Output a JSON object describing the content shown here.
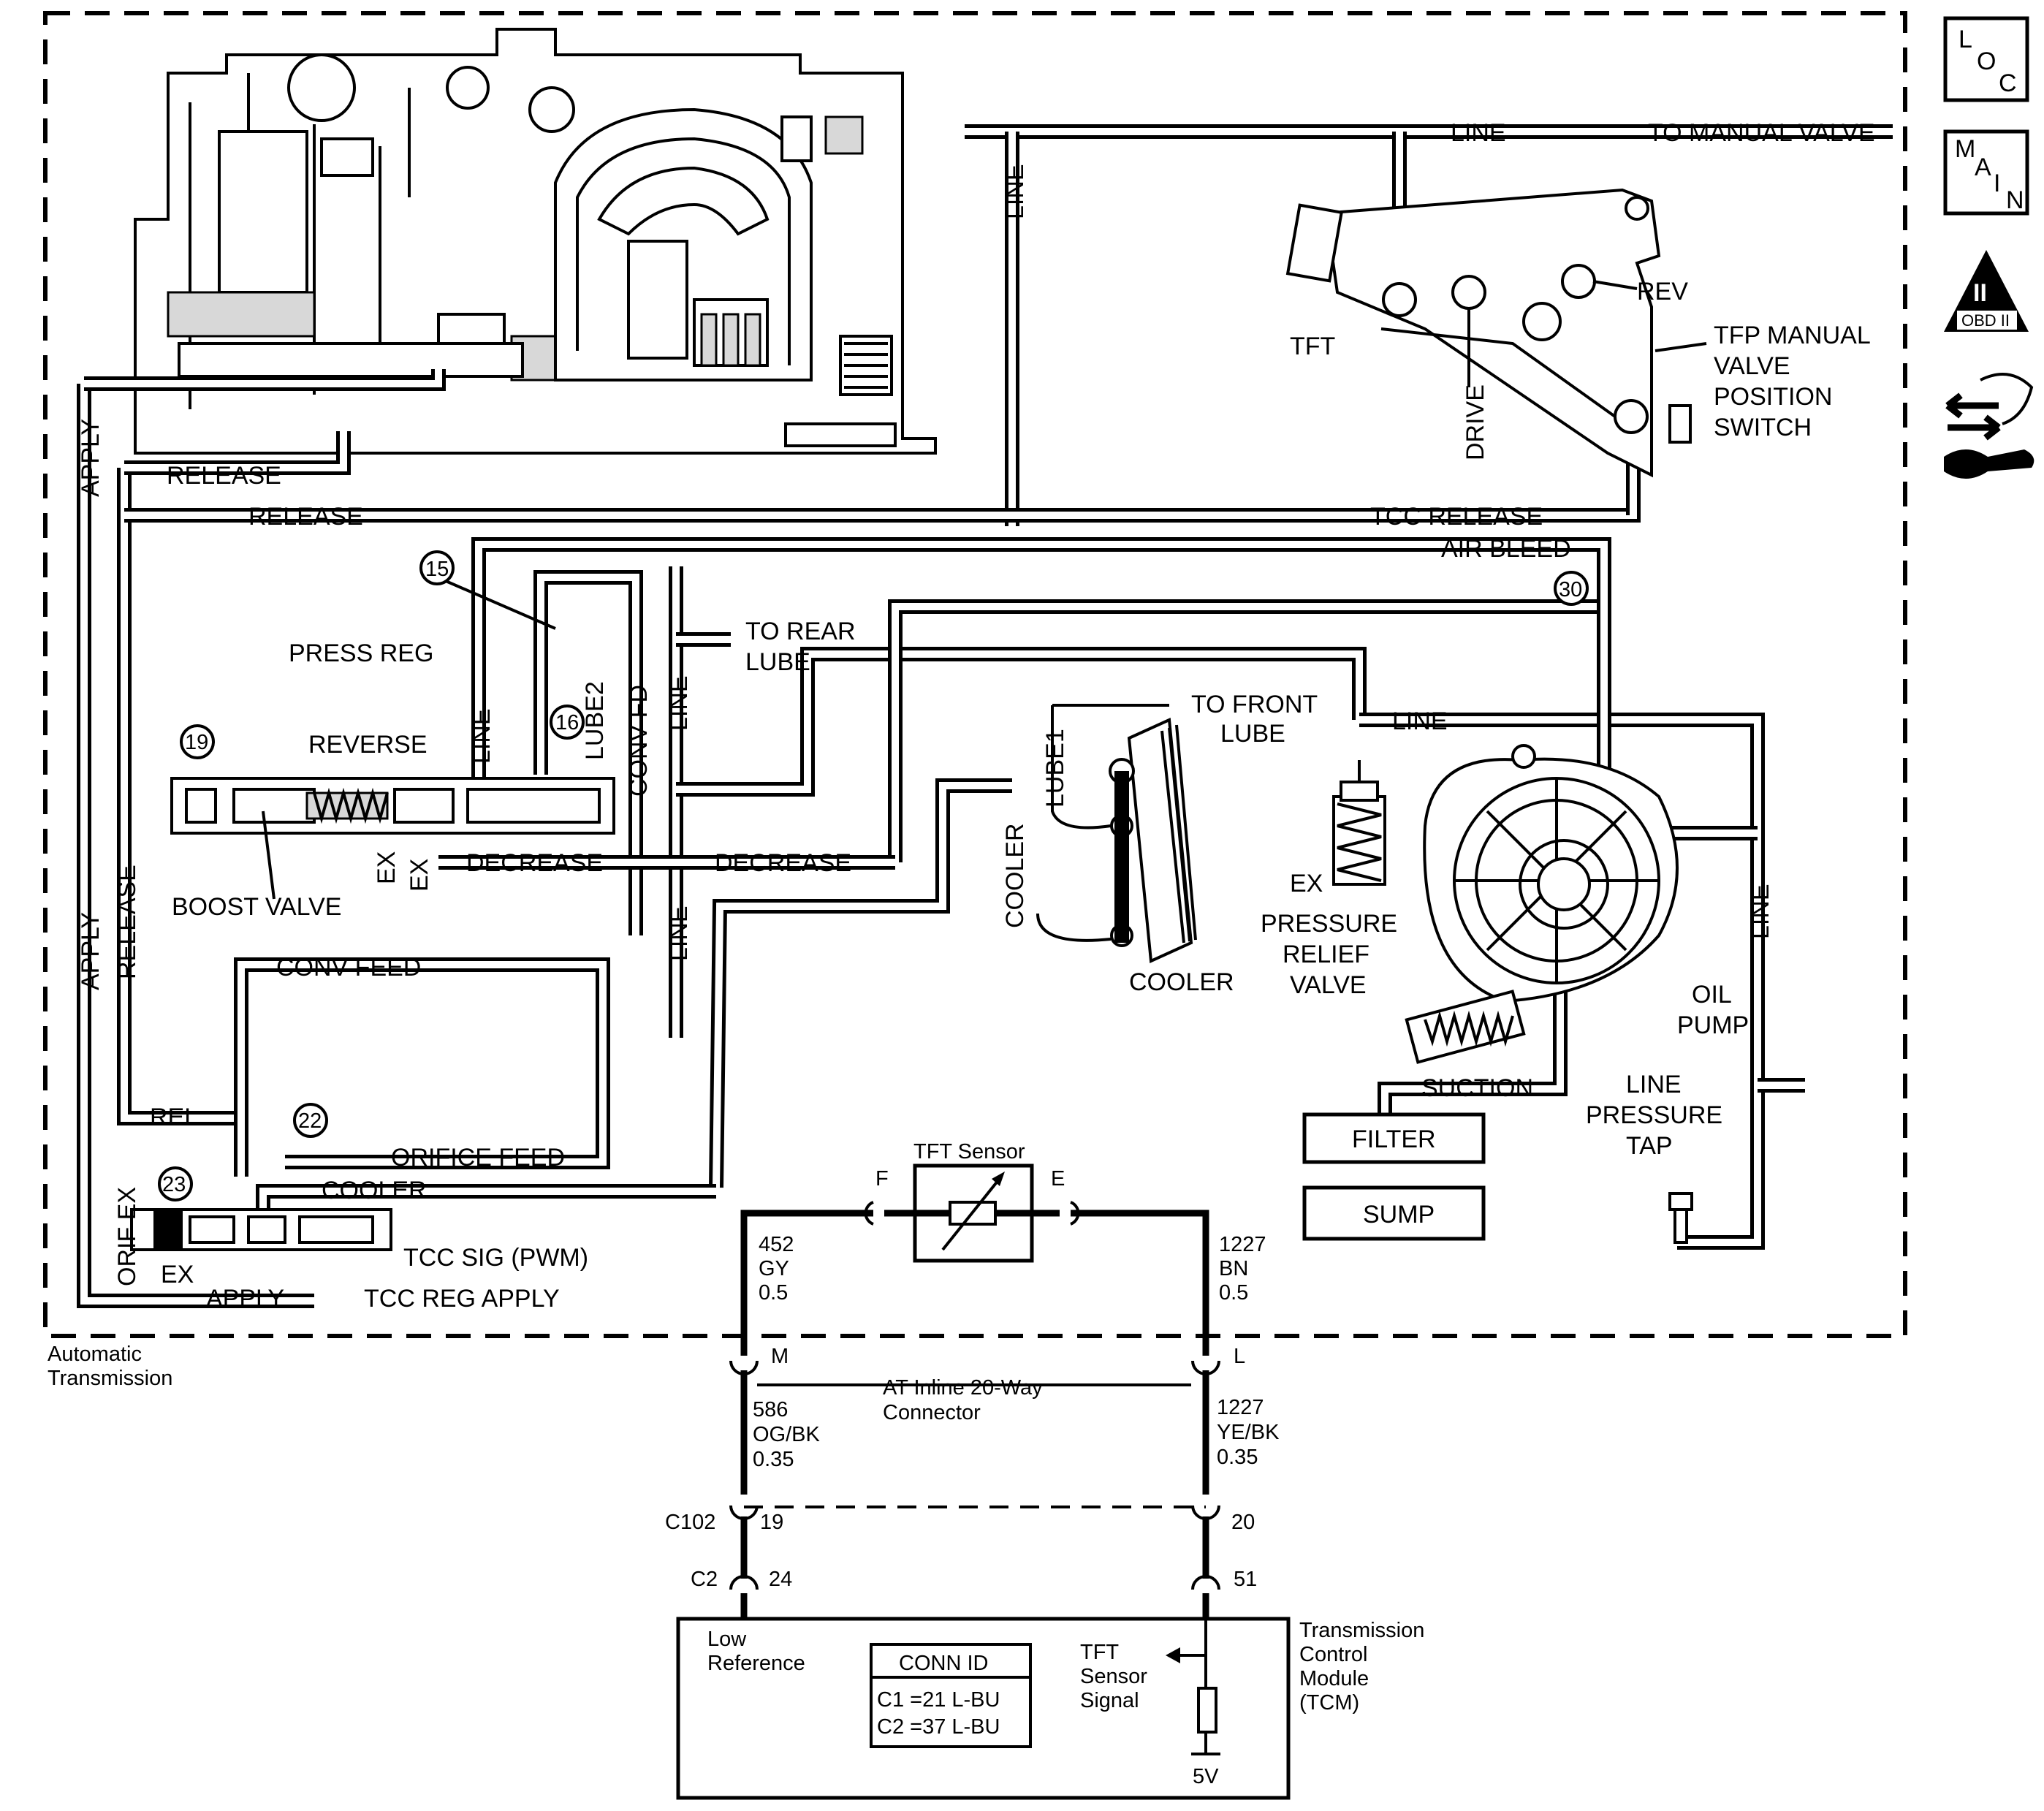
{
  "icons": {
    "loc": {
      "l1": "L",
      "l2": "O",
      "l3": "C"
    },
    "main": {
      "l1": "M",
      "l2": "A",
      "l3": "I",
      "l4": "N"
    },
    "obd": {
      "roman": "II",
      "text": "OBD II"
    },
    "nav": "arrows-wrench-icon"
  },
  "labels": {
    "line_top": "LINE",
    "to_manual_valve": "TO MANUAL VALVE",
    "line_vert_top": "LINE",
    "rev": "REV",
    "tft": "TFT",
    "drive": "DRIVE",
    "tfp_1": "TFP MANUAL",
    "tfp_2": "VALVE",
    "tfp_3": "POSITION",
    "tfp_4": "SWITCH",
    "apply_left": "APPLY",
    "release_1": "RELEASE",
    "release_2": "RELEASE",
    "tcc_release": "TCC RELEASE",
    "air_bleed": "AIR BLEED",
    "num_15": "15",
    "num_30": "30",
    "to_rear_1": "TO REAR",
    "to_rear_2": "LUBE",
    "press_reg": "PRESS REG",
    "lube2": "LUBE2",
    "conv_fd": "CONV FD",
    "line_mid": "LINE",
    "line_mid2": "LINE",
    "num_16": "16",
    "num_19": "19",
    "reverse": "REVERSE",
    "ex_1": "EX",
    "ex_2": "EX",
    "decrease_1": "DECREASE",
    "decrease_2": "DECREASE",
    "boost_valve": "BOOST VALVE",
    "apply_left2": "APPLY",
    "release_left2": "RELEASE",
    "line_low": "LINE",
    "to_front_1": "TO FRONT",
    "to_front_2": "LUBE",
    "lube1": "LUBE1",
    "cooler_vert": "COOLER",
    "cooler": "COOLER",
    "line_right": "LINE",
    "ex_prv": "EX",
    "prv_1": "PRESSURE",
    "prv_2": "RELIEF",
    "prv_3": "VALVE",
    "oil_1": "OIL",
    "oil_2": "PUMP",
    "line_far_right": "LINE",
    "conv_feed": "CONV FEED",
    "rel": "REL",
    "num_22": "22",
    "orifice_feed": "ORIFICE FEED",
    "num_23": "23",
    "orif_ex": "ORIF EX",
    "cooler_low": "COOLER",
    "ex_low": "EX",
    "tcc_sig": "TCC SIG (PWM)",
    "apply_low": "APPLY",
    "tcc_reg": "TCC REG APPLY",
    "suction": "SUCTION",
    "filter": "FILTER",
    "sump": "SUMP",
    "lpt_1": "LINE",
    "lpt_2": "PRESSURE",
    "lpt_3": "TAP"
  },
  "electrical": {
    "sensor_title": "TFT Sensor",
    "pin_f": "F",
    "pin_e": "E",
    "left_circuit": "452",
    "left_color": "GY",
    "left_gauge": "0.5",
    "right_circuit": "1227",
    "right_color": "BN",
    "right_gauge": "0.5",
    "auto_trans_1": "Automatic",
    "auto_trans_2": "Transmission",
    "pin_m": "M",
    "pin_l": "L",
    "inline_1": "AT Inline 20-Way",
    "inline_2": "Connector",
    "left2_circuit": "586",
    "left2_color": "OG/BK",
    "left2_gauge": "0.35",
    "right2_circuit": "1227",
    "right2_color": "YE/BK",
    "right2_gauge": "0.35",
    "c102": "C102",
    "pin_19": "19",
    "pin_20": "20",
    "c2": "C2",
    "pin_24": "24",
    "pin_51": "51",
    "tcm_1": "Transmission",
    "tcm_2": "Control",
    "tcm_3": "Module",
    "tcm_4": "(TCM)",
    "low_ref_1": "Low",
    "low_ref_2": "Reference",
    "conn_id": "CONN ID",
    "conn_c1": "C1 =21 L-BU",
    "conn_c2": "C2 =37 L-BU",
    "tft_sig_1": "TFT",
    "tft_sig_2": "Sensor",
    "tft_sig_3": "Signal",
    "five_v": "5V"
  }
}
